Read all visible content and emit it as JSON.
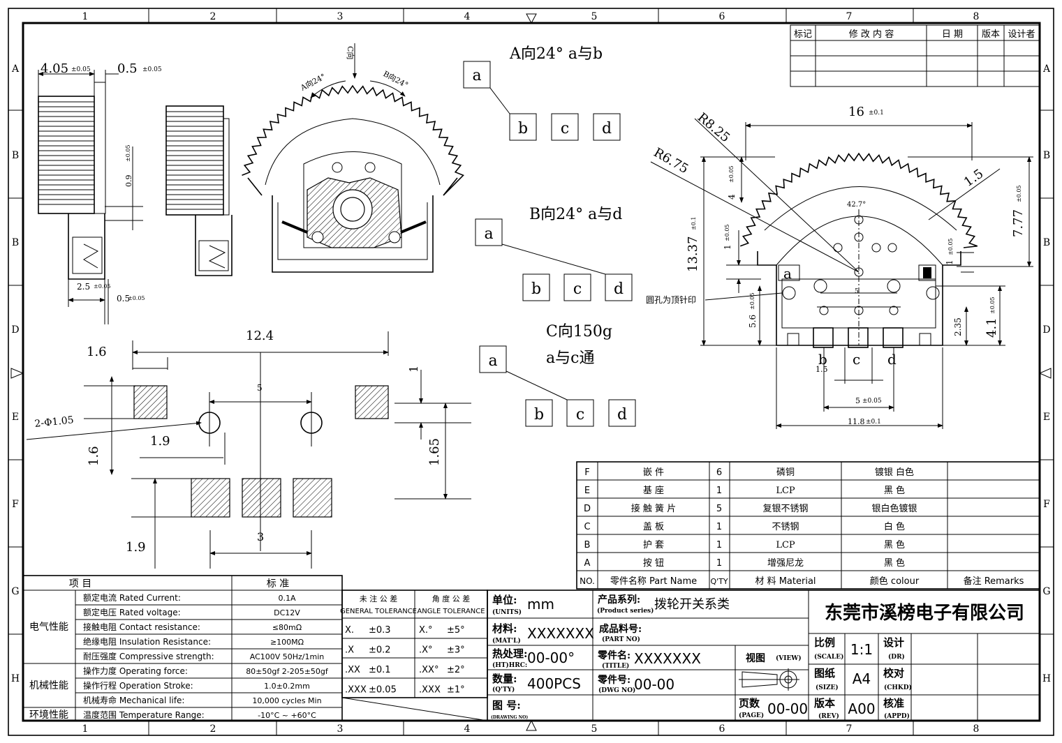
{
  "frame": {
    "col_labels": [
      "1",
      "2",
      "3",
      "4",
      "5",
      "6",
      "7",
      "8"
    ],
    "row_labels": [
      "A",
      "B",
      "B",
      "D",
      "E",
      "F",
      "G",
      "H"
    ]
  },
  "revision_table": {
    "headers": [
      "标记",
      "修 改 内 容",
      "日 期",
      "版本",
      "设计者"
    ]
  },
  "dims": {
    "d405": "4.05",
    "d405_tol": "±0.05",
    "d05": "0.5",
    "d05_tol": "±0.05",
    "d09": "0.9",
    "d09_tol": "±0.05",
    "d25": "2.5",
    "d25_tol": "±0.05",
    "d05b": "0.5",
    "d05b_tol": "±0.05",
    "c_dir": "C向",
    "a24": "A向24°",
    "b24": "B向24°",
    "d16": "16",
    "d16_tol": "±0.1",
    "r825": "R8.25",
    "r675": "R6.75",
    "d15": "1.5",
    "d4": "4",
    "d4_tol": "±0.05",
    "d1": "1",
    "d1_tol": "±0.05",
    "d1b": "1",
    "d1b_tol": "±0.05",
    "ang427": "42.7°",
    "d1337": "13.37",
    "d1337_tol": "±0.1",
    "d777": "7.77",
    "d777_tol": "±0.05",
    "d56": "5.6",
    "d56_tol": "±0.05",
    "d41": "4.1",
    "d41_tol": "±0.05",
    "d235": "2.35",
    "d15b": "1.5",
    "d5": "5",
    "d5_tol": "±0.05",
    "d118": "11.8",
    "d118_tol": "±0.1",
    "d5c": "5",
    "note_hole": "圆孔为顶针印",
    "p124": "12.4",
    "p16": "1.6",
    "p5": "5",
    "p1": "1",
    "p2phi": "2-Φ1.05",
    "p19": "1.9",
    "p16b": "1.6",
    "p165": "1.65",
    "p19b": "1.9",
    "p3": "3"
  },
  "switch_diagrams": [
    {
      "title": "A向24°  a与b",
      "pins": [
        "a",
        "b",
        "c",
        "d"
      ]
    },
    {
      "title": "B向24°  a与d",
      "pins": [
        "a",
        "b",
        "c",
        "d"
      ]
    },
    {
      "title_line1": "C向150g",
      "title_line2": "a与c通",
      "pins": [
        "a",
        "b",
        "c",
        "d"
      ]
    }
  ],
  "side_view_pins": [
    "a",
    "b",
    "c",
    "d"
  ],
  "parts_table": {
    "rows": [
      {
        "id": "F",
        "name": "嵌      件",
        "qty": "6",
        "material": "磷铜",
        "color": "镀银  白色",
        "remark": ""
      },
      {
        "id": "E",
        "name": "基      座",
        "qty": "1",
        "material": "LCP",
        "color": "黑    色",
        "remark": ""
      },
      {
        "id": "D",
        "name": "接 触 簧 片",
        "qty": "5",
        "material": "复银不锈钢",
        "color": "银白色镀银",
        "remark": ""
      },
      {
        "id": "C",
        "name": "盖      板",
        "qty": "1",
        "material": "不锈钢",
        "color": "白    色",
        "remark": ""
      },
      {
        "id": "B",
        "name": "护      套",
        "qty": "1",
        "material": "LCP",
        "color": "黑    色",
        "remark": ""
      },
      {
        "id": "A",
        "name": "按      钮",
        "qty": "1",
        "material": "增强尼龙",
        "color": "黑    色",
        "remark": ""
      }
    ],
    "header": {
      "id": "NO.",
      "name": "零件名称  Part Name",
      "qty": "Q'TY",
      "material": "材 料  Material",
      "color": "颜色   colour",
      "remark": "备注  Remarks"
    }
  },
  "spec_table": {
    "header_item": "项    目",
    "header_std": "标    准",
    "groups": [
      {
        "group": "电气性能",
        "rows": [
          {
            "item": "额定电流  Rated Current:",
            "value": "0.1A"
          },
          {
            "item": "额定电压  Rated voltage:",
            "value": "DC12V"
          },
          {
            "item": "接触电阻  Contact resistance:",
            "value": "≤80mΩ"
          },
          {
            "item": "绝缘电阻  Insulation Resistance:",
            "value": "≥100MΩ"
          },
          {
            "item": "耐压强度  Compressive strength:",
            "value": "AC100V   50Hz/1min"
          }
        ]
      },
      {
        "group": "机械性能",
        "rows": [
          {
            "item": "操作力度  Operating force:",
            "value": "80±50gf   2-205±50gf"
          },
          {
            "item": "操作行程  Operation Stroke:",
            "value": "1.0±0.2mm"
          },
          {
            "item": "机械寿命  Mechanical life:",
            "value": "10,000 cycles Min"
          }
        ]
      },
      {
        "group": "环境性能",
        "rows": [
          {
            "item": "温度范围  Temperature Range:",
            "value": "-10°C ~ +60°C"
          }
        ]
      }
    ]
  },
  "tolerance": {
    "general_cn": "未 注 公 差",
    "general_en": "GENERAL TOLERANCE",
    "angle_cn": "角 度 公 差",
    "angle_en": "ANGLE TOLERANCE",
    "rows": [
      {
        "g": "X.",
        "gv": "±0.3",
        "a": "X.°",
        "av": "±5°"
      },
      {
        "g": ".X",
        "gv": "±0.2",
        "a": ".X°",
        "av": "±3°"
      },
      {
        "g": ".XX",
        "gv": "±0.1",
        "a": ".XX°",
        "av": "±2°"
      },
      {
        "g": ".XXX",
        "gv": "±0.05",
        "a": ".XXX",
        "av": "±1°"
      }
    ]
  },
  "title_block": {
    "units_cn": "单位:",
    "units_en": "(UNITS)",
    "units_val": "mm",
    "mat_cn": "材料:",
    "mat_en": "(MAT'L)",
    "mat_val": "XXXXXXX",
    "ht_cn": "热处理:",
    "ht_en": "(HT)HRC:",
    "ht_val": "00-00°",
    "qty_cn": "数量:",
    "qty_en": "(Q'TY)",
    "qty_val": "400PCS",
    "dwgno_cn": "图  号:",
    "dwgno_en": "(DRAWING NO)",
    "series_cn": "产品系列:",
    "series_en": "(Product series)",
    "series_val": "拨轮开关系类",
    "partno_cn": "成品料号:",
    "partno_en": "(PART NO)",
    "title_cn": "零件名:",
    "title_en": "(TITLE)",
    "title_val": "XXXXXXX",
    "dwg_cn": "零件号:",
    "dwg_en": "(DWG NO)",
    "dwg_val": "00-00",
    "view_cn": "视图",
    "view_en": "(VIEW)",
    "page_cn": "页数",
    "page_en": "(PAGE)",
    "page_val": "00-00",
    "company": "东莞市溪榜电子有限公司",
    "scale_cn": "比例",
    "scale_en": "(SCALE)",
    "scale_val": "1:1",
    "size_cn": "图纸",
    "size_en": "(SIZE)",
    "size_val": "A4",
    "rev_cn": "版本",
    "rev_en": "(REV)",
    "rev_val": "A00",
    "dr_cn": "设计",
    "dr_en": "(DR)",
    "chkd_cn": "校对",
    "chkd_en": "(CHKD)",
    "appd_cn": "核准",
    "appd_en": "(APPD)"
  }
}
